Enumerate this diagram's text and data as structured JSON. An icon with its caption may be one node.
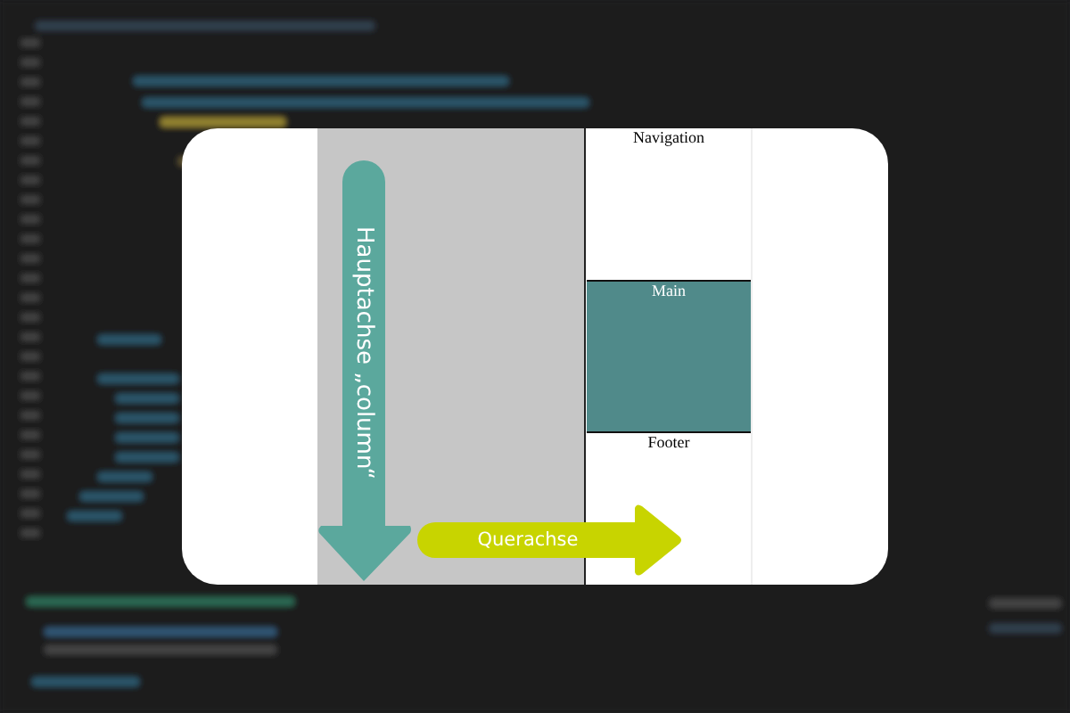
{
  "diagram": {
    "nodes": [
      {
        "text": [
          "Navigation"
        ]
      },
      {
        "text": [
          "Main"
        ]
      },
      {
        "text": [
          "Footer"
        ]
      }
    ],
    "labels": [
      "Hauptachse „column“",
      "Querachse"
    ]
  }
}
